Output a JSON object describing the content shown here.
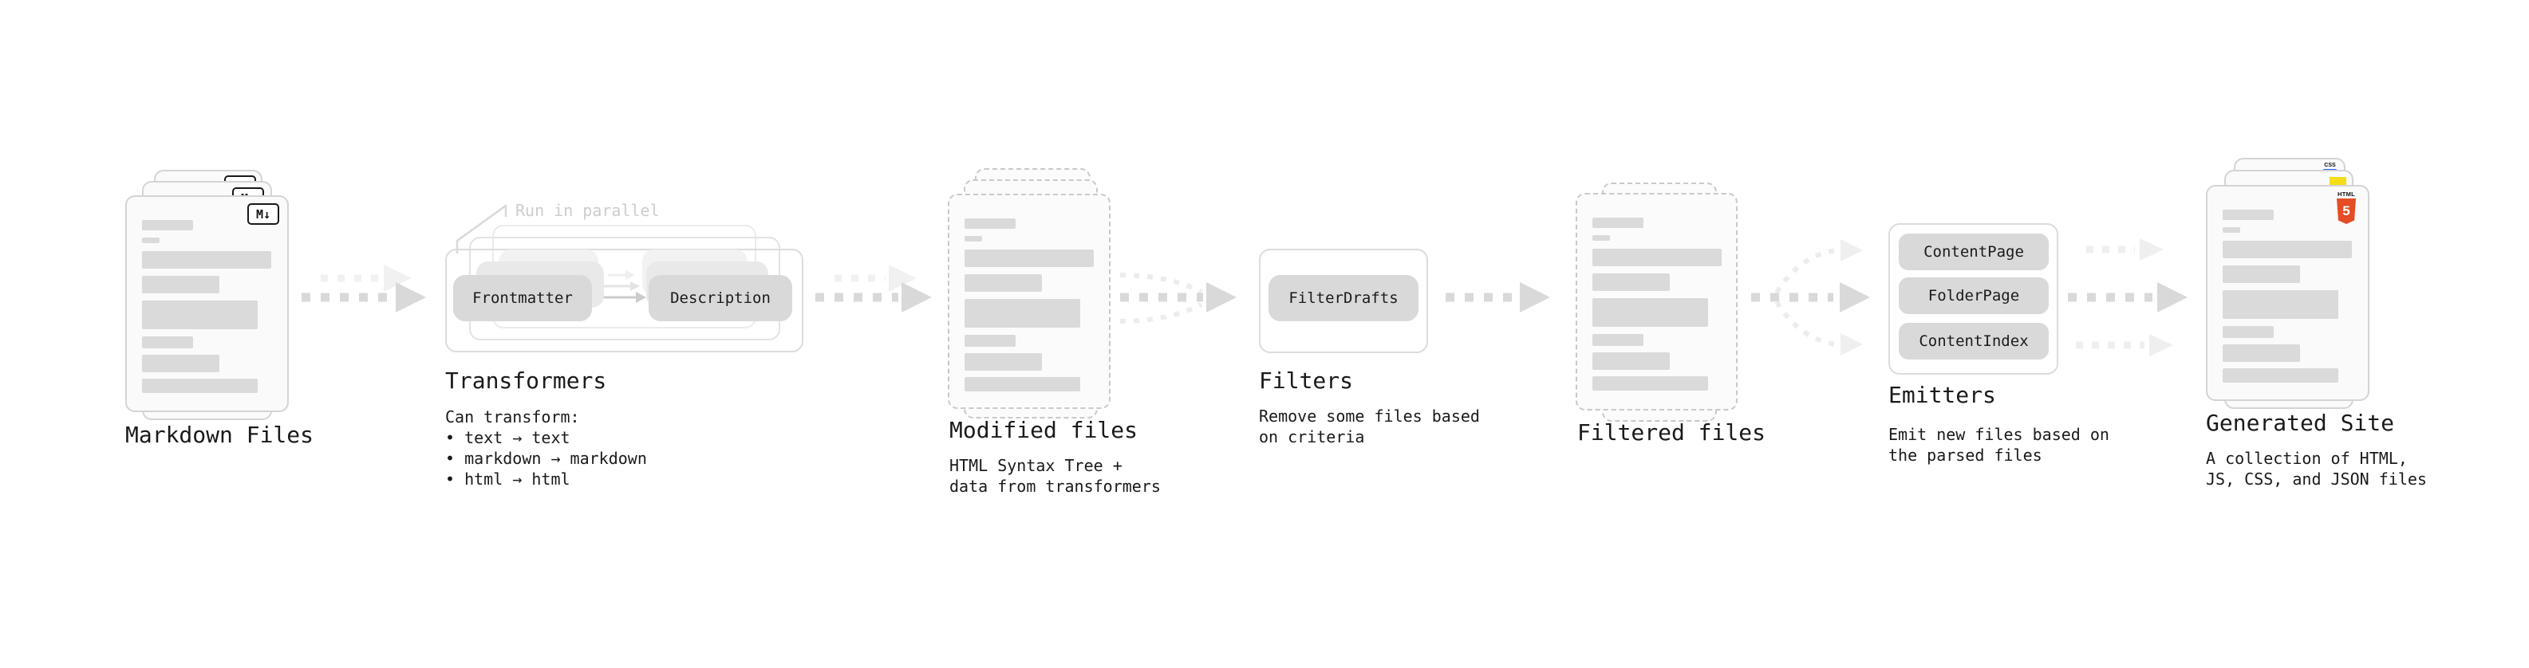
{
  "stages": {
    "markdown": {
      "label": "Markdown Files",
      "badge": "M↓"
    },
    "transformers": {
      "label": "Transformers",
      "annotation": "Run in parallel",
      "pill_frontmatter": "Frontmatter",
      "pill_description": "Description",
      "description": "Can transform:\n • text → text\n • markdown → markdown\n • html → html"
    },
    "modified_files": {
      "label": "Modified files",
      "description": "HTML Syntax Tree +\ndata from transformers"
    },
    "filters": {
      "label": "Filters",
      "pill_filterdrafts": "FilterDrafts",
      "description": "Remove some files based\non criteria"
    },
    "filtered_files": {
      "label": "Filtered files"
    },
    "emitters": {
      "label": "Emitters",
      "pills": [
        "ContentPage",
        "FolderPage",
        "ContentIndex"
      ],
      "description": "Emit new files based on\nthe parsed files"
    },
    "generated_site": {
      "label": "Generated Site",
      "description": "A collection of HTML,\nJS, CSS, and JSON files",
      "css_badge": "CSS",
      "html_badge_label": "HTML",
      "html_badge_number": "5"
    }
  },
  "colors": {
    "html5_orange": "#e44d26",
    "js_yellow": "#f5de19",
    "css_blue": "#2962f1",
    "ink": "#1b1b1b",
    "line_gray": "#d9d9d9",
    "muted_gray": "#cdcdcd"
  }
}
